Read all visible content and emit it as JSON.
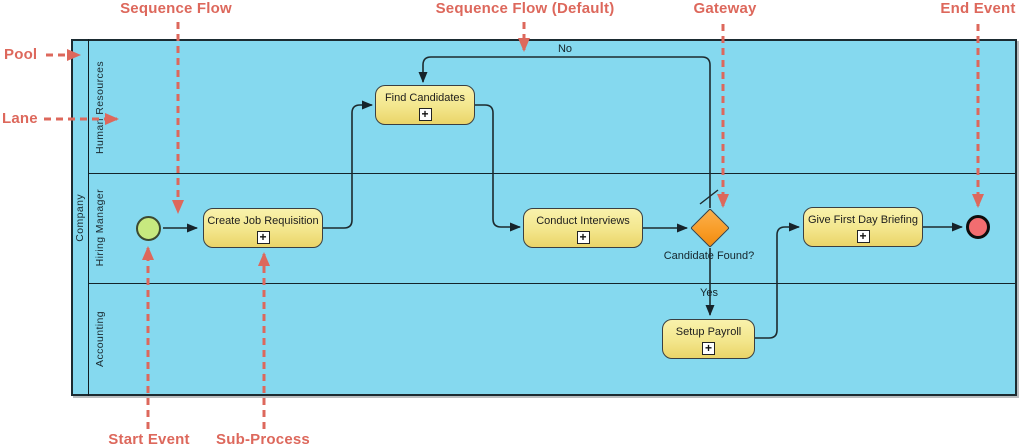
{
  "diagram": {
    "pool": {
      "name": "Company",
      "lanes": [
        {
          "name": "Human Resources"
        },
        {
          "name": "Hiring Manager"
        },
        {
          "name": "Accounting"
        }
      ]
    },
    "nodes": {
      "tasks": [
        {
          "label": "Create Job Requisition"
        },
        {
          "label": "Find Candidates"
        },
        {
          "label": "Conduct Interviews"
        },
        {
          "label": "Setup Payroll"
        },
        {
          "label": "Give First Day Briefing"
        }
      ],
      "gateway": {
        "label": "Candidate Found?"
      },
      "start_event": {
        "type": "start"
      },
      "end_event": {
        "type": "end"
      }
    },
    "flow_labels": {
      "no": "No",
      "yes": "Yes"
    },
    "subprocess_marker": "+"
  },
  "annotations": {
    "sequence_flow": "Sequence Flow",
    "sequence_flow_default": "Sequence Flow (Default)",
    "gateway": "Gateway",
    "end_event": "End Event",
    "pool": "Pool",
    "lane": "Lane",
    "start_event": "Start Event",
    "sub_process": "Sub-Process"
  },
  "colors": {
    "pool_fill": "#85d9ef",
    "task_fill_top": "#f9f2ac",
    "task_fill_bottom": "#ead569",
    "gateway_fill": "#f89b25",
    "start_event_fill": "#c7e97f",
    "end_event_fill": "#f26d70",
    "flow_line": "#1d2a2e",
    "annotation": "#dd685c"
  }
}
